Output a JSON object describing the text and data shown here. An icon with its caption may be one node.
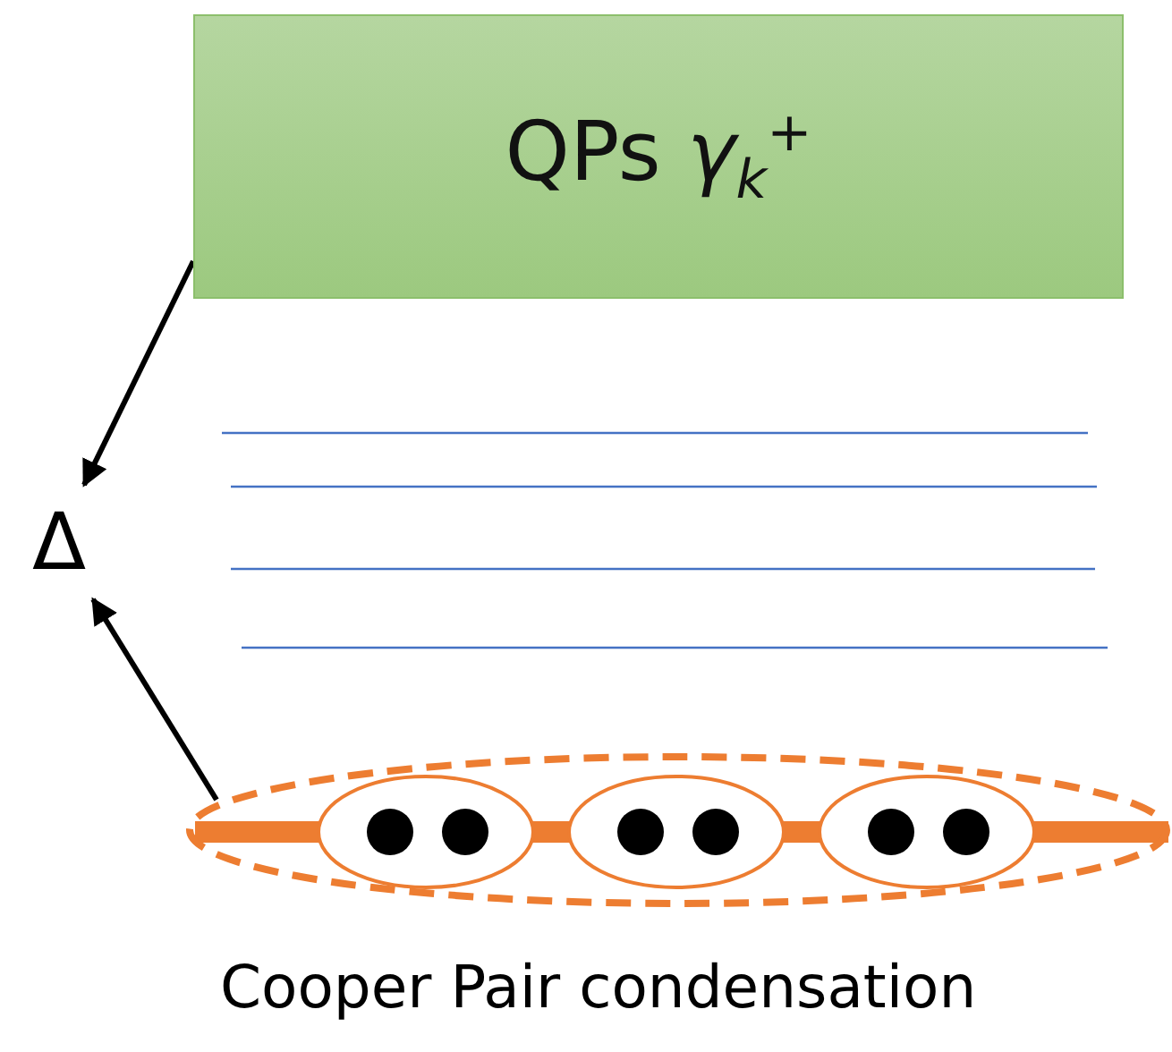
{
  "diagram": {
    "nodes": [
      {
        "text": [
          "QPs *γ*$_{k}$$^{+}$"
        ]
      },
      {
        "text": [
          "Δ"
        ]
      },
      {
        "text": [],
        "shape": "ellipse",
        "beside": [
          "Cooper Pair condensation"
        ]
      },
      {
        "text": [],
        "shape": "ellipse",
        "in": 2
      },
      {
        "text": [],
        "shape": "ellipse",
        "in": 2
      },
      {
        "text": [],
        "shape": "ellipse",
        "in": 2
      }
    ],
    "edges": [
      {
        "from": 0,
        "to": 1,
        "arrow": "to"
      },
      {
        "from": 2,
        "to": 1,
        "arrow": "to"
      }
    ]
  }
}
